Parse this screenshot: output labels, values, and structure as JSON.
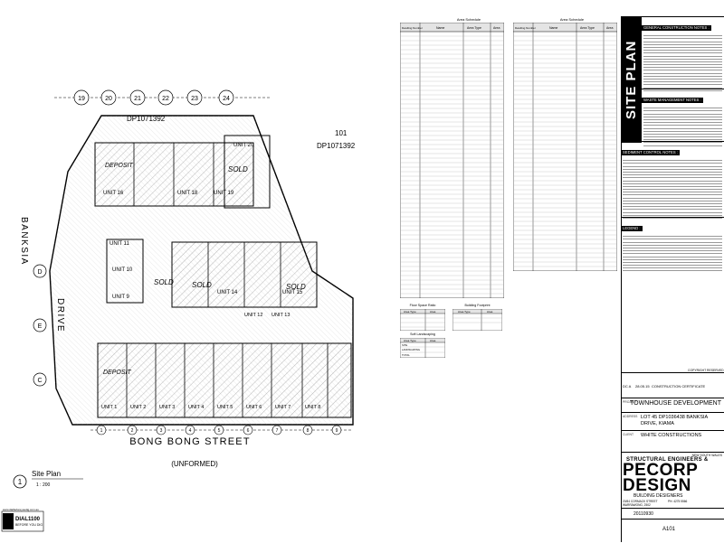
{
  "drawing": {
    "title": "Site Plan",
    "view_number": "1",
    "scale": "1 : 200",
    "street_main": "BONG BONG STREET",
    "street_sub": "(UNFORMED)",
    "street_side": "BANKSIA",
    "street_drive": "DRIVE",
    "lot_ref_top": "DP1071392",
    "lot_ref_right_num": "101",
    "lot_ref_right": "DP1071392",
    "sold_labels": [
      "SOLD",
      "SOLD",
      "SOLD",
      "SOLD"
    ],
    "deposit_labels": [
      "DEPOSIT",
      "DEPOSIT"
    ],
    "top_units": [
      "UNIT 16",
      "UNIT 18",
      "UNIT 19",
      "UNIT 20"
    ],
    "mid_units": [
      "UNIT 11",
      "UNIT 14",
      "UNIT 15"
    ],
    "side_units": [
      "UNIT 10",
      "UNIT 9"
    ],
    "bottom_units": [
      "UNIT 1",
      "UNIT 2",
      "UNIT 3",
      "UNIT 4",
      "UNIT 5",
      "UNIT 6",
      "UNIT 7",
      "UNIT 8",
      "UNIT 12",
      "UNIT 13"
    ],
    "grid_top": [
      "19",
      "20",
      "21",
      "22",
      "23",
      "24"
    ],
    "grid_bottom": [
      "1",
      "2",
      "3",
      "4",
      "5",
      "6",
      "7",
      "8",
      "9"
    ],
    "grid_left": [
      "D",
      "E",
      "C"
    ],
    "dial_logo_line1": "DIAL1100",
    "dial_logo_line2": "BEFORE YOU DIG",
    "dial_logo_url": "www.dialbeforeyoudig.com.au"
  },
  "schedules": {
    "area_schedule_title": "Area Schedule",
    "area_schedule_title_2": "Area Schedule",
    "col_dwelling": "Dwelling Number",
    "col_name": "Name",
    "col_area_type": "Area Type",
    "col_area": "Area",
    "floor_space_title": "Floor Space Ratio",
    "floor_space_cols": [
      "Area Type",
      "Area"
    ],
    "building_footprint_title": "Building Footprint",
    "building_footprint_cols": [
      "Area Type",
      "Area"
    ],
    "soft_landscaping_title": "Soft Landscaping",
    "soft_landscaping_cols": [
      "Area Type",
      "Area"
    ],
    "soft_landscaping_rows": [
      "SITE",
      "LANDSCAPING",
      "TOTAL"
    ]
  },
  "title_block": {
    "banner": "SITE PLAN",
    "general_notes_title": "GENERAL CONSTRUCTION NOTES :",
    "waste_notes_title": "WASTE MANAGEMENT NOTES :",
    "sediment_notes_title": "SEDIMENT CONTROL NOTES :",
    "legend_title": "LEGEND :",
    "copyright": "COPYRIGHT RESERVED",
    "issue_code": "DC A",
    "issue_date": "28.05.15",
    "issue_desc": "CONSTRUCTION CERTIFICATE",
    "project_label": "PROJECT",
    "project": "TOWNHOUSE DEVELOPMENT",
    "address_label": "ADDRESS",
    "address_line1": "LOT 45 DP1036438 BANKSIA",
    "address_line2": "DRIVE, KIAMA",
    "client_label": "CLIENT",
    "client": "WHITE CONSTRUCTIONS",
    "firm_tag": "NEW SOUTH WALES",
    "firm_tagline": "STRUCTURAL ENGINEERS &",
    "firm_name_1": "PECORP",
    "firm_name_2": "DESIGN",
    "firm_sub": "BUILDING DESIGNERS",
    "firm_address_1": "20/84 CORMACK STREET",
    "firm_address_2": "WARRAWONG, 2502",
    "firm_phone": "PH: 4275 5566",
    "job_no": "20110930",
    "sheet_no": "A101"
  }
}
